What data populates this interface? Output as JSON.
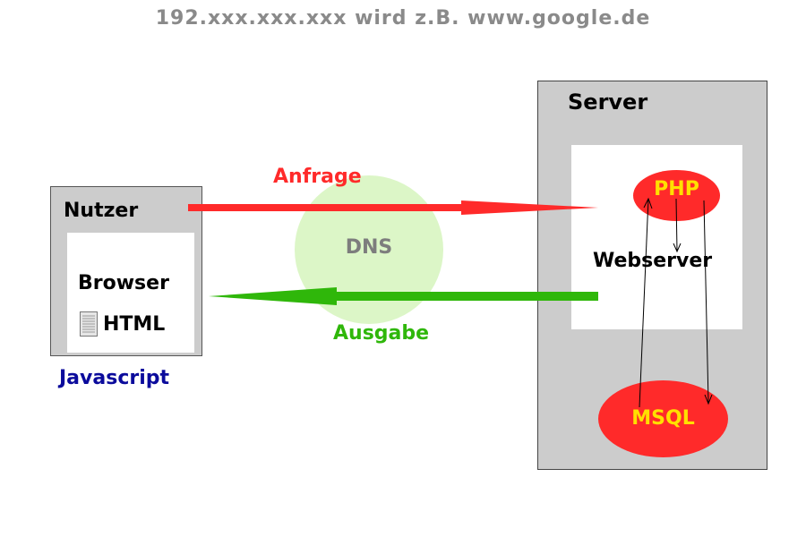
{
  "title": "192.xxx.xxx.xxx wird z.B. www.google.de",
  "nutzer": {
    "label": "Nutzer",
    "browser_label": "Browser",
    "html_label": "HTML",
    "doc_icon": "document-icon"
  },
  "javascript_label": "Javascript",
  "dns_label": "DNS",
  "request_label": "Anfrage",
  "response_label": "Ausgabe",
  "server": {
    "label": "Server",
    "webserver_label": "Webserver",
    "php_label": "PHP",
    "msql_label": "MSQL"
  },
  "colors": {
    "request_arrow": "#ff2a2a",
    "response_arrow": "#2fb70a",
    "dns_fill": "#dcf6c7",
    "node_fill": "#ff2a2a",
    "node_text": "#ffe000",
    "javascript_text": "#0b0b9c"
  }
}
